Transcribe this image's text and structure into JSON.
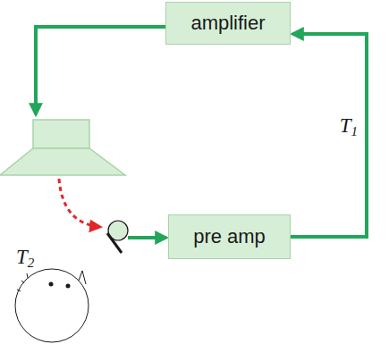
{
  "diagram": {
    "nodes": [
      {
        "text": [
          "amplifier"
        ]
      },
      {
        "text": [
          "pre amp"
        ]
      }
    ],
    "edges": [
      {
        "from": 1,
        "to": 0,
        "arrow": "to",
        "label": "T1"
      }
    ],
    "labels": [
      "T2"
    ]
  }
}
